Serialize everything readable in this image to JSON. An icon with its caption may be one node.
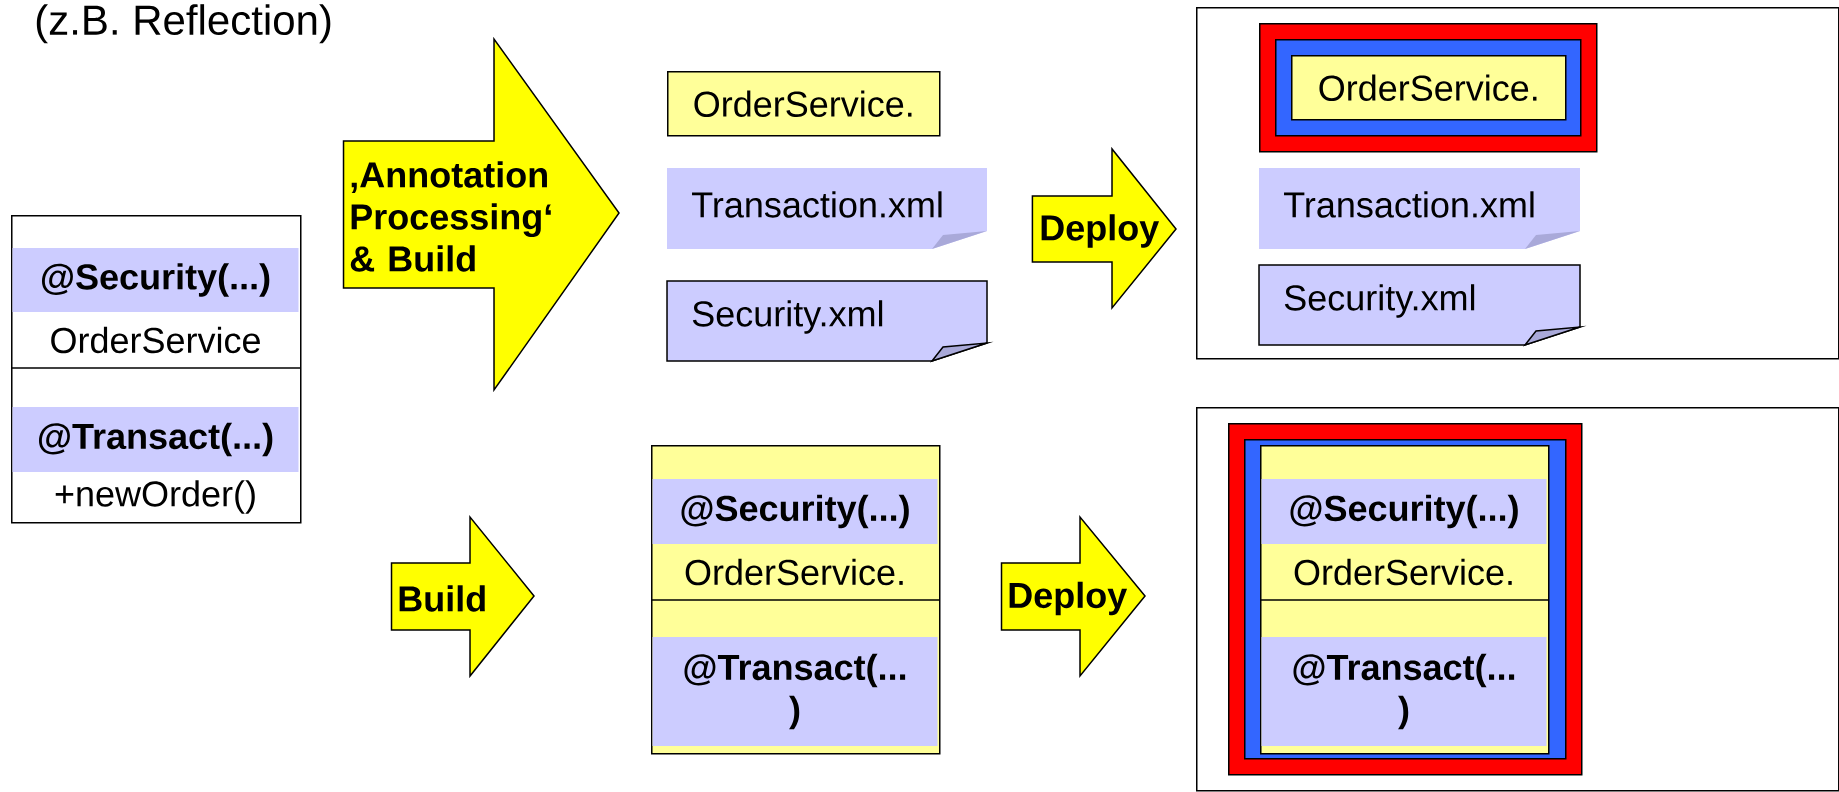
{
  "diagram": {
    "nodes": [
      {
        "text": [
          "@Security(...)",
          "OrderService",
          "@Transact(...)",
          "+newOrder()"
        ]
      },
      {
        "text": [
          "OrderService."
        ]
      },
      {
        "text": [
          "Transaction.xml"
        ]
      },
      {
        "text": [
          "Security.xml"
        ]
      },
      {
        "text": [],
        "shape": "box"
      },
      {
        "text": [],
        "shape": "box",
        "in": 4
      },
      {
        "text": [],
        "shape": "box",
        "in": 5
      },
      {
        "text": [
          "OrderService."
        ],
        "in": 6
      },
      {
        "text": [
          "Transaction.xml"
        ],
        "in": 4
      },
      {
        "text": [
          "Security.xml"
        ],
        "in": 4
      },
      {
        "text": [
          "@Security(...)",
          "OrderService.",
          "@Transact(... )"
        ]
      },
      {
        "text": [],
        "shape": "box"
      },
      {
        "text": [],
        "shape": "box",
        "in": 11
      },
      {
        "text": [],
        "shape": "box",
        "in": 12
      },
      {
        "text": [
          "@Security(...)",
          "OrderService.",
          "@Transact(... )"
        ],
        "in": 13
      }
    ],
    "edges": [
      {
        "from": 0,
        "to": 2,
        "arrow": "to",
        "label": "‚Annotation Processing‘ & Build"
      },
      {
        "from": 2,
        "to": 4,
        "arrow": "to",
        "label": "Deploy"
      },
      {
        "from": 0,
        "to": 10,
        "arrow": "to",
        "label": "Build"
      },
      {
        "from": 10,
        "to": 11,
        "arrow": "to",
        "label": "Deploy"
      }
    ],
    "labels": [
      "(z.B. Reflection)"
    ]
  }
}
